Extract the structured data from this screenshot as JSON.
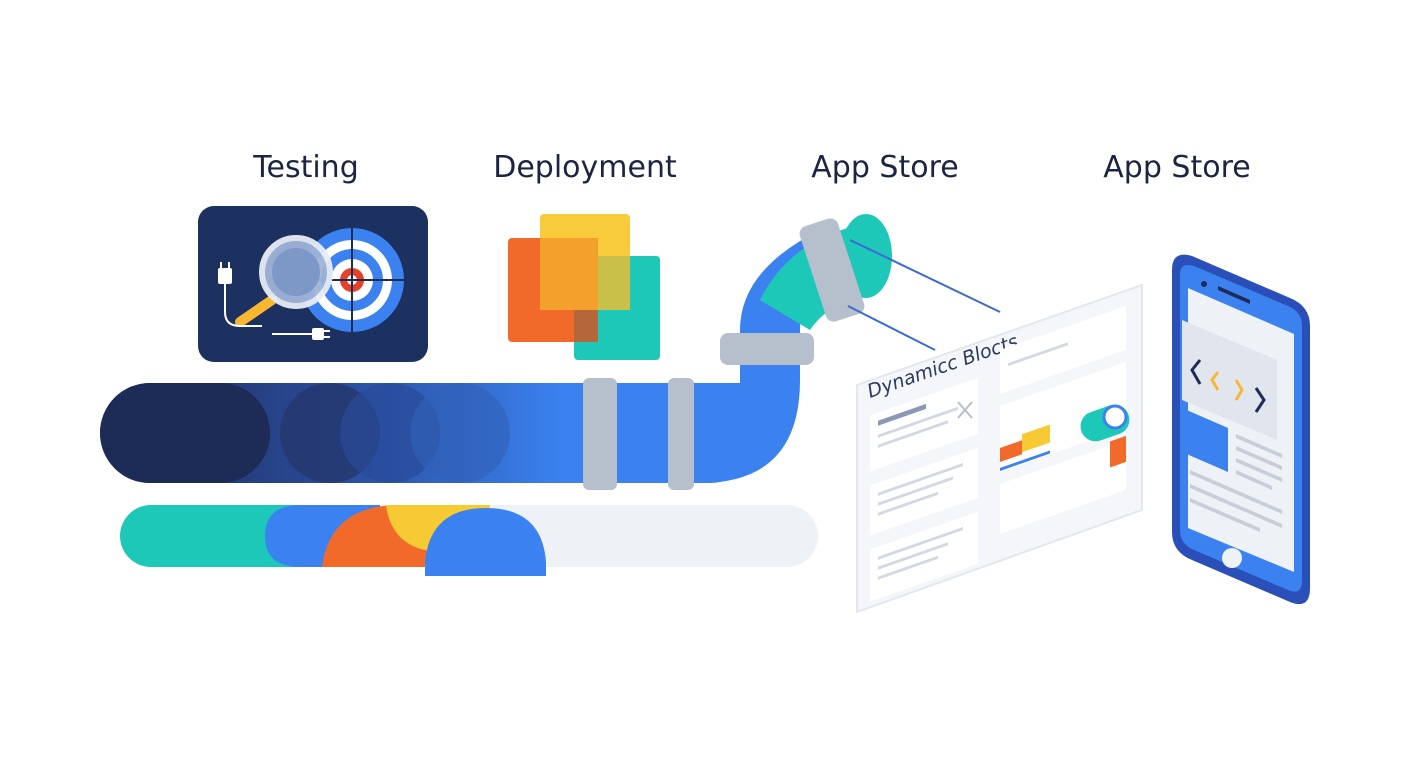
{
  "stages": [
    {
      "label": "Testing"
    },
    {
      "label": "Deployment"
    },
    {
      "label": "App Store"
    },
    {
      "label": "App Store"
    }
  ],
  "panel": {
    "title": "Dynamicc Blocts"
  },
  "phone": {
    "code_glyph": "‹‹ › ›"
  },
  "icons": {
    "testing": [
      "plug-icon",
      "magnifier-icon",
      "target-icon"
    ],
    "deployment": [
      "overlapping-squares-icon"
    ],
    "toggle": "toggle-icon",
    "close": "close-icon"
  },
  "colors": {
    "navy": "#1d2b57",
    "blue": "#3b82f0",
    "teal": "#1ec8b8",
    "yellow": "#f7c933",
    "orange": "#f26a2a",
    "grey": "#b6bfcc",
    "light": "#eef1f6"
  }
}
